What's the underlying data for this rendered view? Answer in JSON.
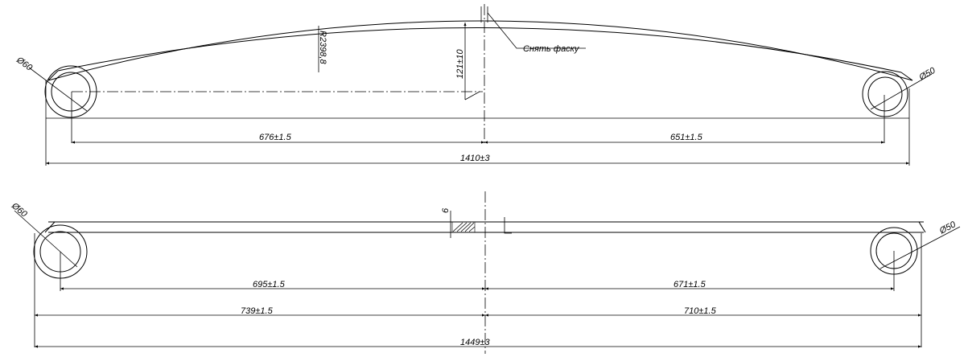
{
  "top_view": {
    "eye_left_dia": "Ø60",
    "eye_right_dia": "Ø50",
    "radius_label": "R2398,8",
    "camber_label": "121±10",
    "chamfer_note": "Снять фаску",
    "dim_left": "676±1.5",
    "dim_right": "651±1.5",
    "dim_total": "1410±3"
  },
  "bottom_view": {
    "eye_left_dia": "Ø60",
    "eye_right_dia": "Ø50",
    "thickness_label": "6",
    "dim_inner_left": "695±1.5",
    "dim_inner_right": "671±1.5",
    "dim_outer_left": "739±1.5",
    "dim_outer_right": "710±1.5",
    "dim_total": "1449±3"
  }
}
